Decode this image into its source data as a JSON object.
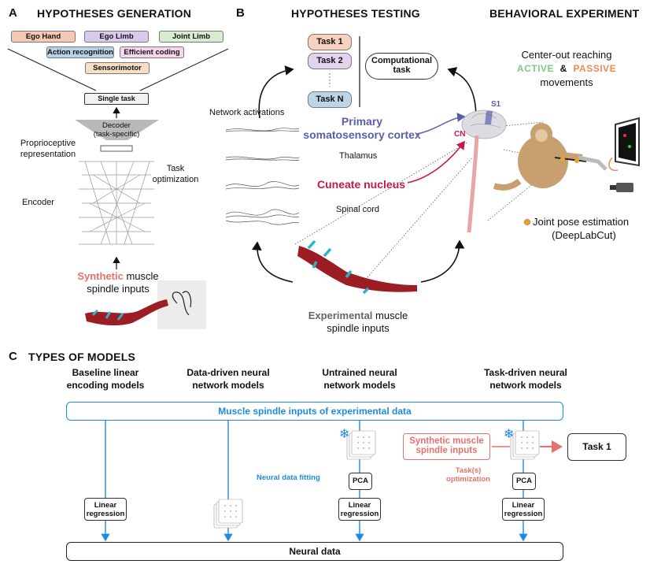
{
  "panel_a": {
    "letter": "A",
    "title": "HYPOTHESES GENERATION",
    "tasks": [
      {
        "label": "Ego Hand",
        "color": "#f6c7b3"
      },
      {
        "label": "Ego Limb",
        "color": "#d9c9ec"
      },
      {
        "label": "Joint Limb",
        "color": "#d7ecd0"
      },
      {
        "label": "Action recognition",
        "color": "#b9d3e6"
      },
      {
        "label": "Efficient coding",
        "color": "#f6d5ee"
      },
      {
        "label": "Sensorimotor",
        "color": "#f7dfc6"
      }
    ],
    "single_task": "Single task",
    "decoder": "Decoder",
    "decoder_sub": "(task-specific)",
    "proprio": "Proprioceptive",
    "proprio2": "representation",
    "task_opt": "Task",
    "task_opt2": "optimization",
    "encoder": "Encoder",
    "synthetic": "Synthetic",
    "muscle": " muscle",
    "spindle": "spindle inputs"
  },
  "panel_b": {
    "letter": "B",
    "title": "HYPOTHESES TESTING",
    "title2": "BEHAVIORAL EXPERIMENT",
    "tasks": [
      "Task 1",
      "Task 2",
      "Task N"
    ],
    "computational": "Computational",
    "computational2": "task",
    "network_activations": "Network activations",
    "primary": "Primary",
    "primary2": "somatosensory cortex",
    "thalamus": "Thalamus",
    "cuneate": "Cuneate nucleus",
    "spinal": "Spinal cord",
    "s1": "S1",
    "cn": "CN",
    "experimental": "Experimental",
    "exp_muscle": " muscle",
    "exp_spindle": "spindle inputs",
    "reaching": "Center-out reaching",
    "active": "ACTIVE",
    "amp": "&",
    "passive": "PASSIVE",
    "movements": "movements",
    "joint_pose": "Joint pose estimation",
    "deeplabcut": "(DeepLabCut)"
  },
  "panel_c": {
    "letter": "C",
    "title": "TYPES OF MODELS",
    "col_headers": [
      [
        "Baseline linear",
        "encoding models"
      ],
      [
        "Data-driven neural",
        "network models"
      ],
      [
        "Untrained neural",
        "network models"
      ],
      [
        "Task-driven neural",
        "network models"
      ]
    ],
    "spindle_bar": "Muscle spindle inputs of experimental data",
    "linear": "Linear",
    "regression": "regression",
    "neural_fitting": "Neural data fitting",
    "pca": "PCA",
    "synthetic_box": "Synthetic muscle",
    "synthetic_box2": "spindle inputs",
    "task_opt": "Task(s)",
    "task_opt2": "optimization",
    "task1": "Task 1",
    "neural_data": "Neural data"
  },
  "colors": {
    "blue": "#1f8ae0",
    "purple": "#5a5ea8",
    "crimson": "#c8174a",
    "salmon": "#e8706a",
    "green": "#7ccb82",
    "orange": "#ee8b55"
  }
}
